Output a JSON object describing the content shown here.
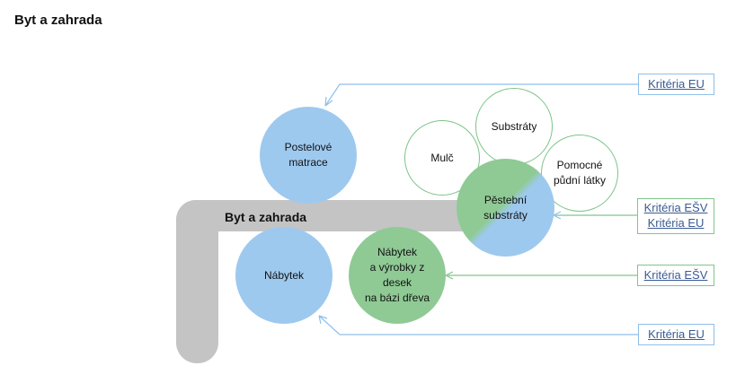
{
  "page": {
    "title": "Byt a zahrada"
  },
  "pipe": {
    "label": "Byt a zahrada"
  },
  "nodes": {
    "postelove_matrace": "Postelové\nmatrace",
    "nabytek": "Nábytek",
    "nabytek_desky": "Nábytek\na výrobky z desek\nna bázi dřeva",
    "mulc": "Mulč",
    "substraty": "Substráty",
    "pomocne_pudni_latky": "Pomocné\npůdní látky",
    "pestebni_substraty": "Pěstební\nsubstráty"
  },
  "tags": {
    "tag1": "Kritéria EU",
    "tag2_esv": "Kritéria EŠV",
    "tag2_eu": "Kritéria EU",
    "tag3": "Kritéria EŠV",
    "tag4": "Kritéria EU"
  },
  "colors": {
    "eu_blue": "#9ec9ef",
    "esv_green": "#8fca95",
    "pipe_gray": "#c4c4c4",
    "eu_line": "#8fbfe9",
    "esv_line": "#80c58a",
    "link_text": "#3b5b92"
  },
  "icons": {
    "connector_arrow": "arrow-head-icon"
  }
}
